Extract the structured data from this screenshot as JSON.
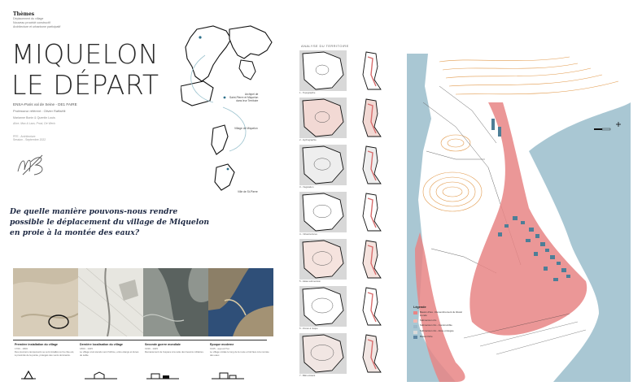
{
  "themes": {
    "heading": "Thèmes",
    "lines": [
      "Déplacement du village",
      "Nouveau procédé constructif",
      "Architecture et urbanisme participatif"
    ]
  },
  "title": {
    "line1": "MIQUELON",
    "line2": "LE DÉPART"
  },
  "meta": {
    "school": "ENSA-Paris val de Seine - DE1 FAIRE",
    "referent": "Professeur référent : Olivier Raffaëlli",
    "students": "Marianne Bonin & Quentin Louis",
    "authors": "Alice, Max & Lara, Prost, De Weck",
    "subtitle1": "PFE - Architecture",
    "subtitle2": "Session - Septembre 2022"
  },
  "map_labels": {
    "archipel": [
      "Archipel de",
      "Saint-Pierre et Miquelon",
      "dans leur Territoire"
    ],
    "village": [
      "Village de Miquelon"
    ],
    "ile": [
      "Ville de St-Pierre"
    ]
  },
  "question": {
    "line1": "De quelle manière pouvons-nous rendre",
    "line2": "possible le déplacement du village de Miquelon",
    "line3": "en proie à la montée des eaux?"
  },
  "timeline": [
    {
      "label": "Première installation du village",
      "date": "1700 - 1800",
      "desc": "Des premiers campements se sont installés sur la côte est, à proximité de la pointe, protégés des vents dominants."
    },
    {
      "label": "Dernière localisation du village",
      "date": "1800 - 1945",
      "desc": "Le village s'est étendu vers l'isthme, entre étangs et dunes de sable."
    },
    {
      "label": "Seconde guerre mondiale",
      "date": "1939 - 1945",
      "desc": "Remaniement de l'espace à la suite des besoins militaires."
    },
    {
      "label": "Epoque moderne",
      "date": "1945 - aujourd'hui",
      "desc": "Le village s'étale le long de la route et fait face à la montée des eaux."
    }
  ],
  "mid": {
    "title": "ANALYSE DU TERRITOIRE",
    "captions": [
      "1 - Topographie",
      "2 - Hydrographie",
      "3 - Végétation",
      "4 - Infrastructures",
      "5 - Aléas submersion",
      "6 - Zones à risque",
      "7 - Bâti existant"
    ]
  },
  "legend": {
    "title": "Légende",
    "items": [
      {
        "label": "Bassin d'iles - Remembrement du littoral inondé",
        "color": "#e88585"
      },
      {
        "label": "Submersion 2m",
        "color": "#f2b7b0"
      },
      {
        "label": "Submersion 3m - Constructible",
        "color": "#9bb9c9"
      },
      {
        "label": "Submersion 4m - Zone protégée",
        "color": "#d9d9d9"
      },
      {
        "label": "Bassin fiche",
        "color": "#5d86a3"
      }
    ]
  },
  "colors": {
    "sea": "#a9c7d3",
    "flood": "#e88585",
    "contour": "#e29a4c",
    "building": "#4d7e97",
    "title": "#2a2a2a",
    "question": "#1f2a44"
  }
}
